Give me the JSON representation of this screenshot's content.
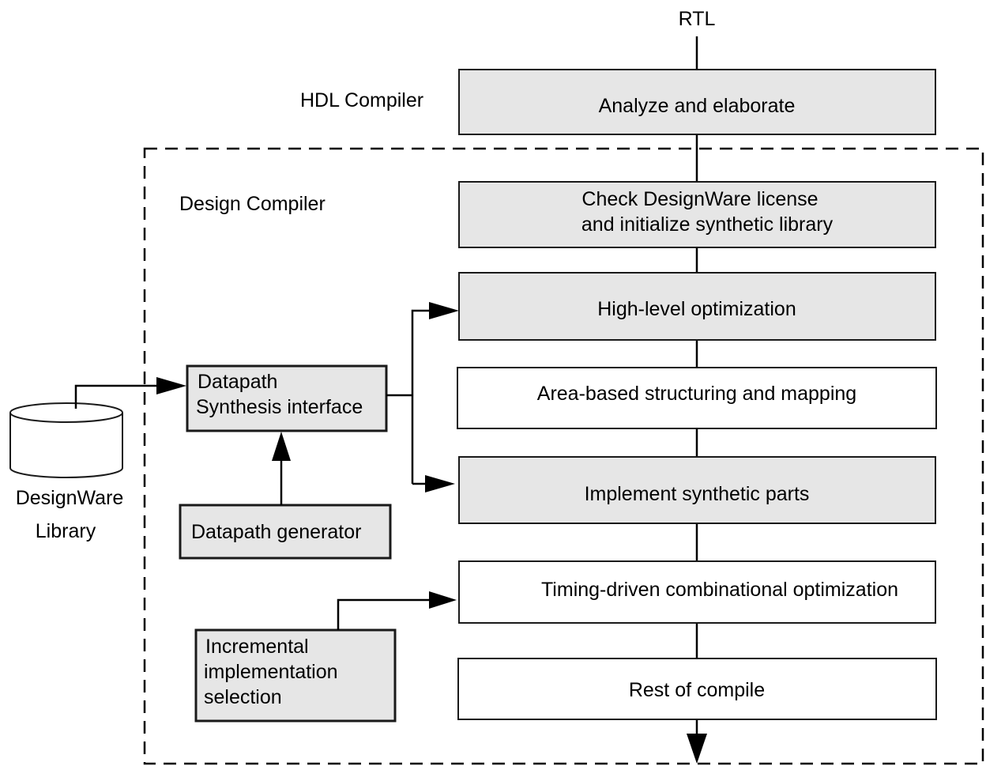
{
  "colors": {
    "shaded_box": "#e6e6e6",
    "plain_box": "#ffffff",
    "line": "#000000"
  },
  "labels": {
    "rtl": "RTL",
    "hdl_compiler": "HDL Compiler",
    "design_compiler": "Design Compiler",
    "designware_library_line1": "DesignWare",
    "designware_library_line2": "Library"
  },
  "flow_steps": {
    "analyze": "Analyze and elaborate",
    "check_line1": "Check DesignWare license",
    "check_line2": "and initialize synthetic library",
    "high_level": "High-level optimization",
    "area_based": "Area-based structuring and mapping",
    "implement": "Implement synthetic parts",
    "timing": "Timing-driven combinational optimization",
    "rest": "Rest of compile"
  },
  "side_blocks": {
    "datapath_synthesis_line1": "Datapath",
    "datapath_synthesis_line2": "Synthesis interface",
    "datapath_generator": "Datapath generator",
    "incremental_line1": "Incremental",
    "incremental_line2": "implementation",
    "incremental_line3": "selection"
  }
}
